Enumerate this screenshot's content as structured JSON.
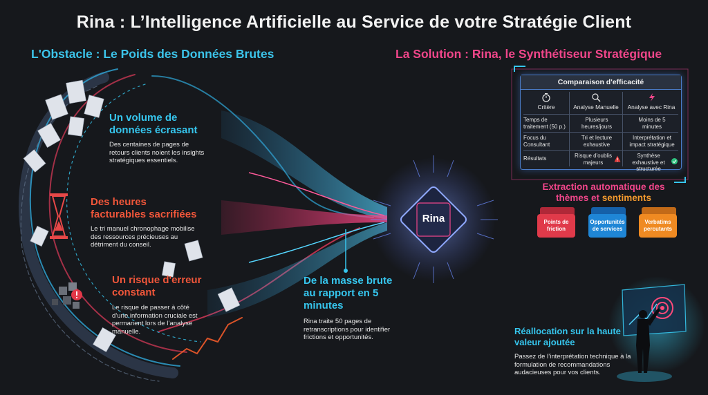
{
  "title": "Rina : L’Intelligence Artificielle au Service de votre Stratégie Client",
  "left_heading": "L'Obstacle : Le Poids des Données Brutes",
  "right_heading": "La Solution : Rina, le Synthétiseur Stratégique",
  "obstacles": [
    {
      "title": "Un volume de données écrasant",
      "text": "Des centaines de pages de retours clients noient les insights stratégiques essentiels.",
      "icon": "documents-icon"
    },
    {
      "title": "Des heures facturables sacrifiées",
      "text": "Le tri manuel chronophage mobilise des ressources précieuses au détriment du conseil.",
      "icon": "hourglass-icon"
    },
    {
      "title": "Un risque d'erreur constant",
      "text": "Le risque de passer à côté d’une information cruciale est permanent lors de l’analyse manuelle.",
      "icon": "error-puzzle-icon"
    }
  ],
  "chip_label": "Rina",
  "transform": {
    "title": "De la masse brute au rapport en 5 minutes",
    "text": "Rina traite 50 pages de retranscriptions pour identifier frictions et opportunités."
  },
  "comparison": {
    "title": "Comparaison d'efficacité",
    "headers": [
      "Critère",
      "Analyse Manuelle",
      "Analyse avec Rina"
    ],
    "rows": [
      [
        "Temps de traitement (50 p.)",
        "Plusieurs heures/jours",
        "Moins de 5 minutes"
      ],
      [
        "Focus du Consultant",
        "Tri et lecture exhaustive",
        "Interprétation et impact stratégique"
      ],
      [
        "Résultats",
        "Risque d'oublis majeurs",
        "Synthèse exhaustive et structurée"
      ]
    ],
    "header_icons": [
      "stopwatch-icon",
      "magnifier-icon",
      "lightning-icon"
    ],
    "status_icons": [
      "warning-icon",
      "check-icon"
    ],
    "colors": {
      "border": "#4b7cc8",
      "warning": "#e63b3b",
      "check": "#2ec27e"
    }
  },
  "extraction": {
    "title_part1": "Extraction automatique des thèmes et ",
    "title_part2": "sentiments",
    "tags": [
      {
        "label": "Points de friction",
        "color": "#e03a4a"
      },
      {
        "label": "Opportunités de services",
        "color": "#1f86d6"
      },
      {
        "label": "Verbatims percutants",
        "color": "#ef8a22"
      }
    ]
  },
  "reallocation": {
    "title": "Réallocation sur la haute valeur ajoutée",
    "text": "Passez de l’interprétation technique à la formulation de recommandations audacieuses pour vos clients.",
    "icon": "target-screen-icon"
  },
  "colors": {
    "background": "#16181c",
    "cyan": "#36c6ee",
    "pink": "#f0468a",
    "red": "#f0563a",
    "orange": "#f39a2e"
  }
}
